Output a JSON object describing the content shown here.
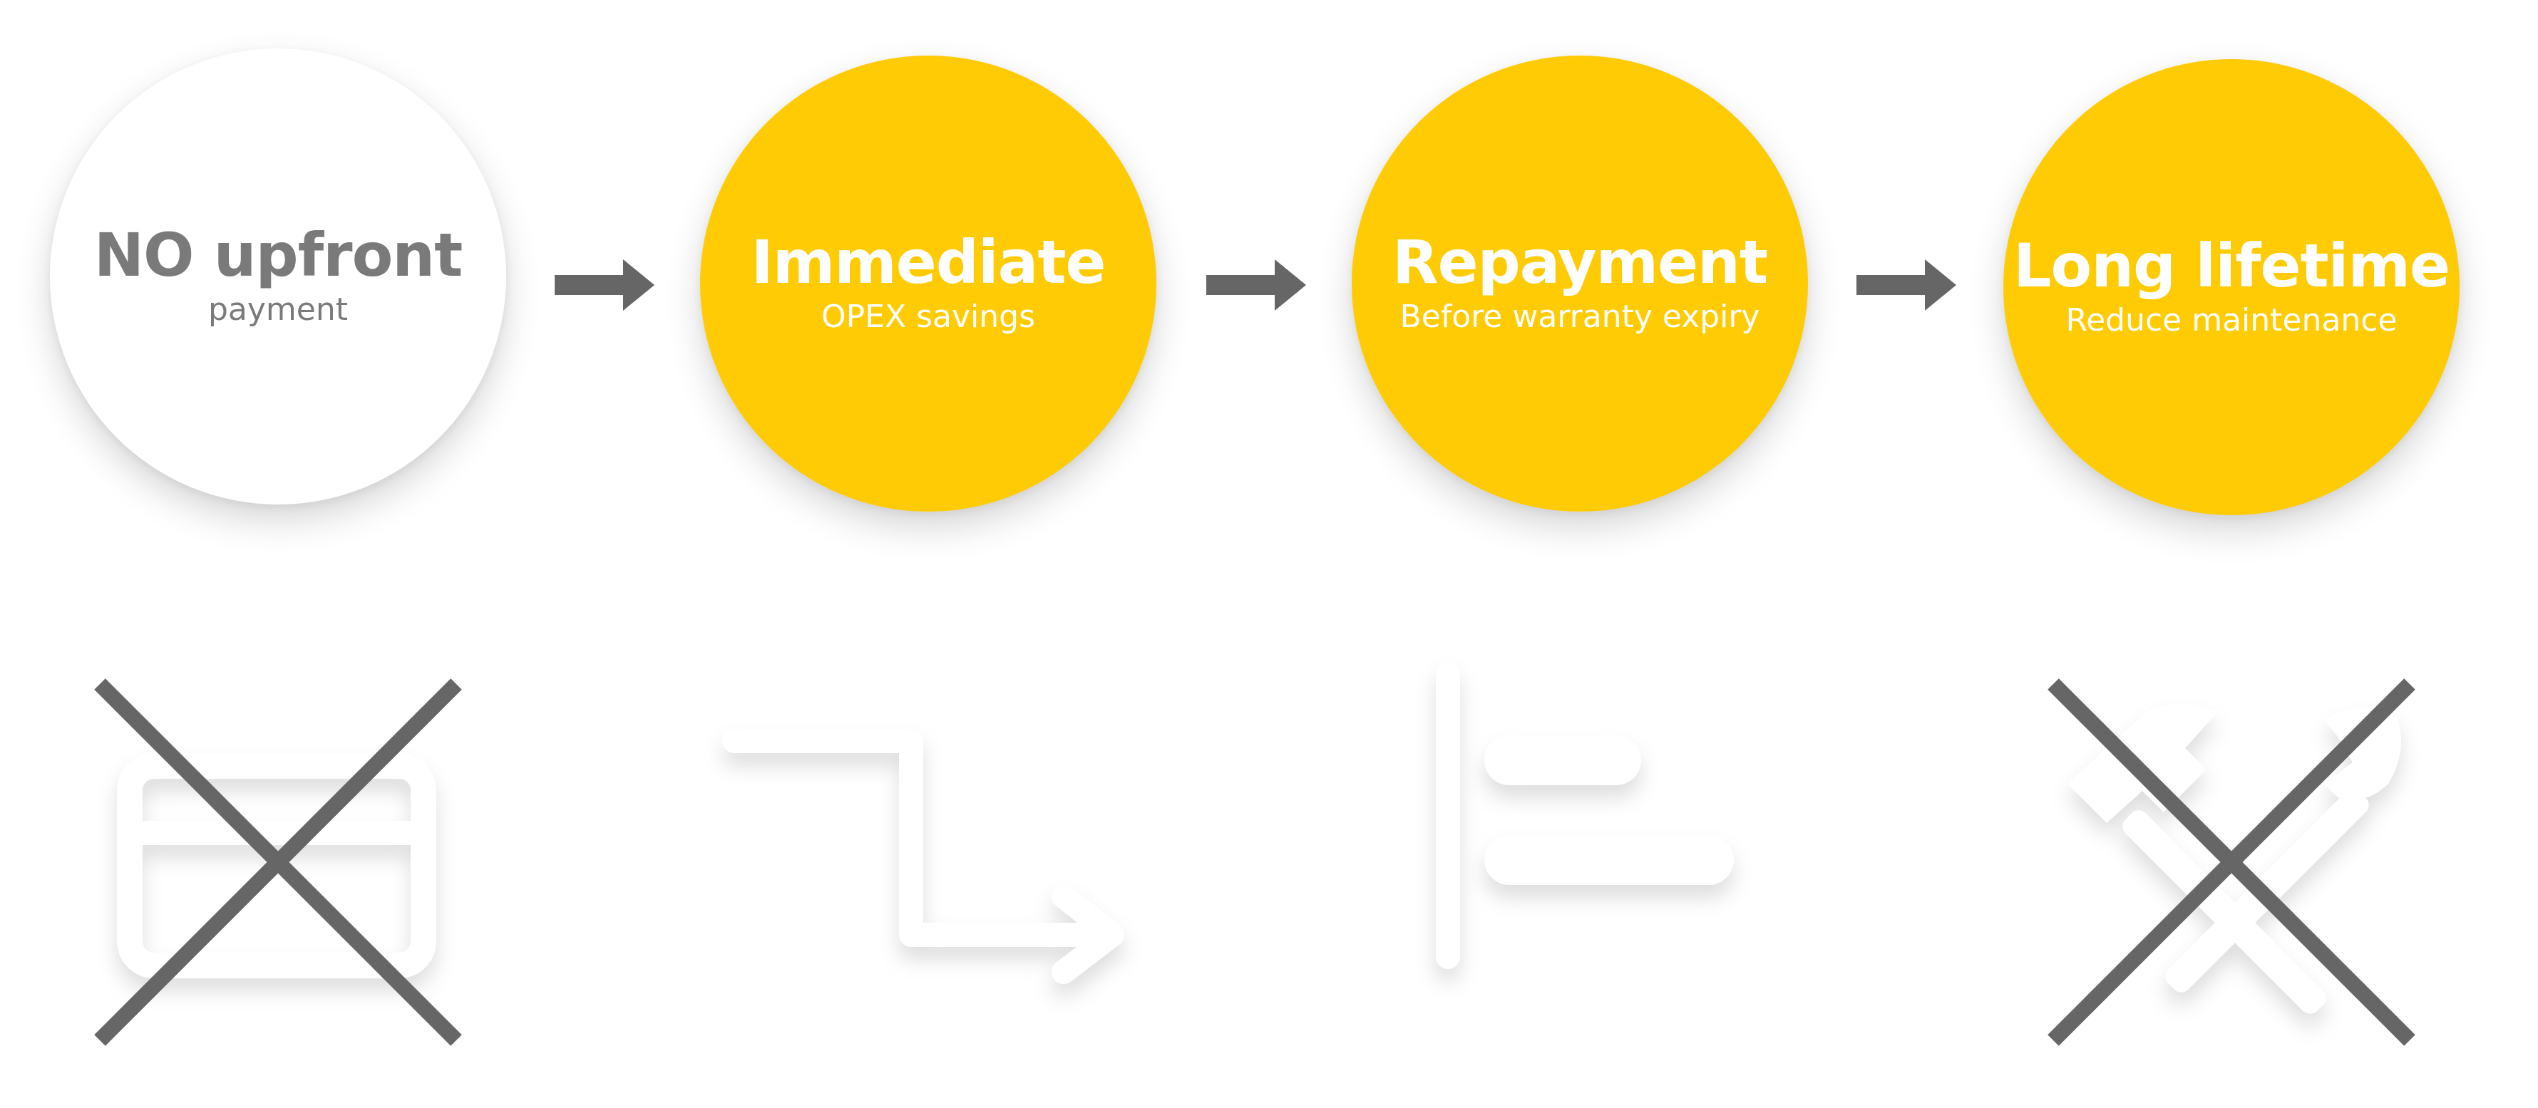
{
  "colors": {
    "accent": "#FFCB05",
    "gray": "#666666",
    "muted_text": "#7a7a7a",
    "icon": "#ffffff"
  },
  "steps": [
    {
      "title": "NO upfront",
      "subtitle": "payment",
      "style": "white",
      "icon": "credit-card-icon",
      "crossed_out": true
    },
    {
      "title": "Immediate",
      "subtitle": "OPEX savings",
      "style": "yellow",
      "icon": "step-down-arrow-icon",
      "crossed_out": false
    },
    {
      "title": "Repayment",
      "subtitle": "Before warranty expiry",
      "style": "yellow",
      "icon": "horizontal-bars-icon",
      "crossed_out": false
    },
    {
      "title": "Long lifetime",
      "subtitle": "Reduce maintenance",
      "style": "yellow",
      "icon": "hammer-wrench-icon",
      "crossed_out": true
    }
  ]
}
